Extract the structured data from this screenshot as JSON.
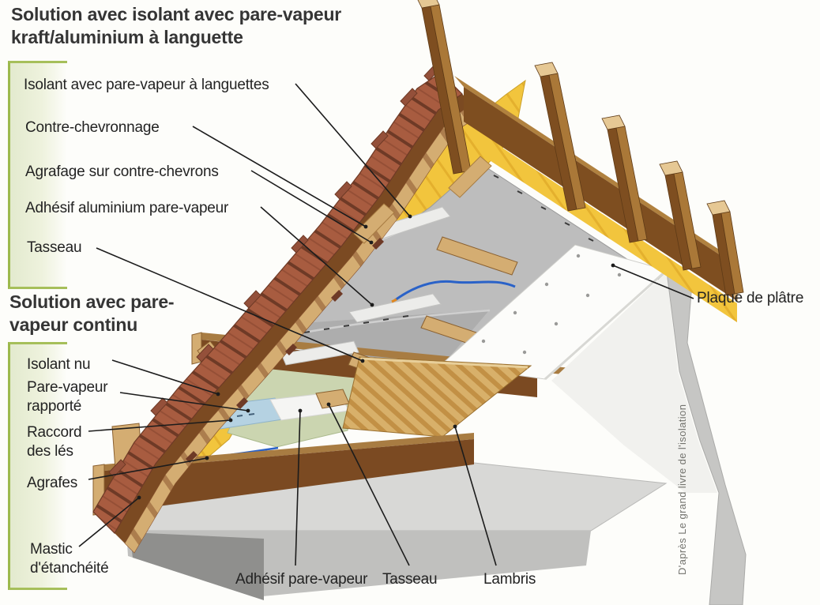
{
  "section1": {
    "title_line1": "Solution avec isolant avec pare-vapeur",
    "title_line2": "kraft/aluminium à languette",
    "labels": {
      "isolant": "Isolant avec pare-vapeur à languettes",
      "contre_chevronnage": "Contre-chevronnage",
      "agrafage": "Agrafage sur contre-chevrons",
      "adhesif_aluminium": "Adhésif aluminium pare-vapeur",
      "tasseau": "Tasseau"
    }
  },
  "section2": {
    "title_line1": "Solution avec pare-",
    "title_line2": "vapeur continu",
    "labels": {
      "isolant_nu": "Isolant nu",
      "pare_vapeur_line1": "Pare-vapeur",
      "pare_vapeur_line2": "rapporté",
      "raccord_line1": "Raccord",
      "raccord_line2": "des lés",
      "agrafes": "Agrafes",
      "mastic_line1": "Mastic",
      "mastic_line2": "d'étanchéité"
    }
  },
  "bottom_labels": {
    "adhesif_pare_vapeur": "Adhésif pare-vapeur",
    "tasseau": "Tasseau",
    "lambris": "Lambris"
  },
  "right_label": {
    "plaque_de_platre": "Plaque de plâtre"
  },
  "credit": "D'après Le grand livre de l'isolation",
  "colors": {
    "bracket_green": "#9cb94c",
    "bracket_fill": "#e5ecd2",
    "tile_red": "#a85c40",
    "tile_dark": "#8e4a32",
    "wood_dark": "#7b4a22",
    "wood_mid": "#a87c42",
    "wood_light": "#d4ad72",
    "wood_end_grain": "#e6c894",
    "insulation_yellow": "#f2c53d",
    "vapor_barrier_gray": "#bdbdbd",
    "plasterboard_white": "#fcfcfa",
    "green_sheet": "#cbd5b0",
    "blue_sheet": "#b5d2e2",
    "cable_blue": "#2a62c8",
    "concrete_gray": "#d8d8d6",
    "text_dark": "#2b2b2b"
  }
}
